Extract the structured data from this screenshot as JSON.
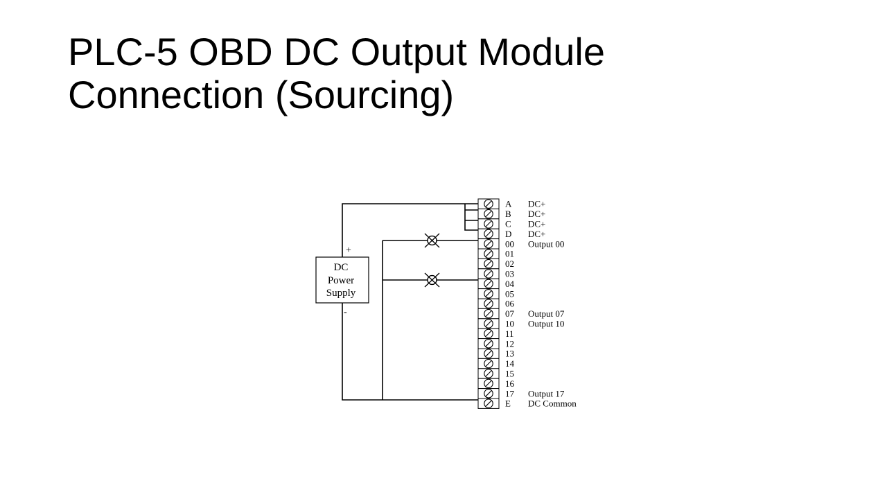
{
  "slide": {
    "title_line1": "PLC-5 OBD DC Output Module",
    "title_line2": "Connection (Sourcing)"
  },
  "diagram": {
    "power_supply": {
      "lines": [
        "DC",
        "Power",
        "Supply"
      ],
      "plus": "+",
      "minus": "-"
    },
    "terminals": [
      {
        "id": "A",
        "label": "DC+"
      },
      {
        "id": "B",
        "label": "DC+"
      },
      {
        "id": "C",
        "label": "DC+"
      },
      {
        "id": "D",
        "label": "DC+"
      },
      {
        "id": "00",
        "label": "Output 00"
      },
      {
        "id": "01",
        "label": ""
      },
      {
        "id": "02",
        "label": ""
      },
      {
        "id": "03",
        "label": ""
      },
      {
        "id": "04",
        "label": ""
      },
      {
        "id": "05",
        "label": ""
      },
      {
        "id": "06",
        "label": ""
      },
      {
        "id": "07",
        "label": "Output 07"
      },
      {
        "id": "10",
        "label": "Output 10"
      },
      {
        "id": "11",
        "label": ""
      },
      {
        "id": "12",
        "label": ""
      },
      {
        "id": "13",
        "label": ""
      },
      {
        "id": "14",
        "label": ""
      },
      {
        "id": "15",
        "label": ""
      },
      {
        "id": "16",
        "label": ""
      },
      {
        "id": "17",
        "label": "Output 17"
      },
      {
        "id": "E",
        "label": "DC Common"
      }
    ]
  }
}
